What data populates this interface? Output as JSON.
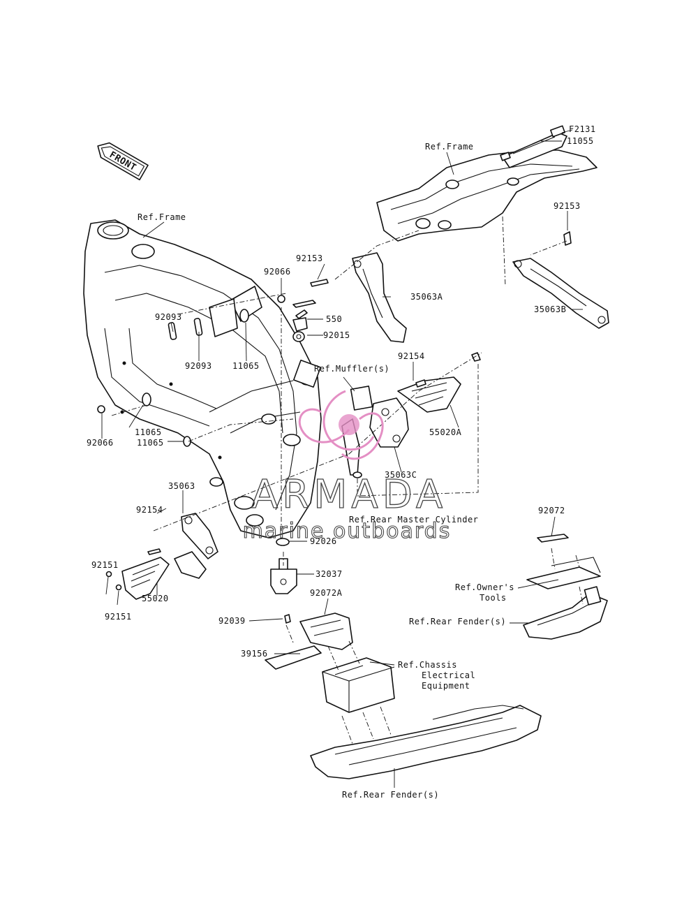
{
  "diagram": {
    "front_badge": "FRONT",
    "fig_number": "F2131",
    "labels": {
      "p11055": "11055",
      "ref_frame_top": "Ref.Frame",
      "p92153_r": "92153",
      "ref_frame_left": "Ref.Frame",
      "p92153_m": "92153",
      "p92066_top": "92066",
      "p35063A": "35063A",
      "p35063B": "35063B",
      "p550": "550",
      "p92015": "92015",
      "p92093_a": "92093",
      "p92093_b": "92093",
      "p11065_a": "11065",
      "p11065_b": "11065",
      "p11065_c": "11065",
      "p92066_left": "92066",
      "ref_muffler": "Ref.Muffler(s)",
      "p92154_r": "92154",
      "p55020A": "55020A",
      "p35063C": "35063C",
      "ref_rear_master": "Ref.Rear Master Cylinder",
      "p35063": "35063",
      "p92154_l": "92154",
      "p92151_a": "92151",
      "p92151_b": "92151",
      "p55020": "55020",
      "p92026": "92026",
      "p32037": "32037",
      "p92072": "92072",
      "ref_owners_1": "Ref.Owner's",
      "ref_owners_2": "Tools",
      "ref_rear_fender_r": "Ref.Rear Fender(s)",
      "p92072A": "92072A",
      "p92039": "92039",
      "p39156": "39156",
      "ref_chassis_1": "Ref.Chassis",
      "ref_chassis_2": "Electrical",
      "ref_chassis_3": "Equipment",
      "ref_rear_fender_b": "Ref.Rear Fender(s)"
    }
  },
  "watermark": {
    "brand": "ARMADA",
    "tagline": "marine outboards",
    "accent_color": "#e48fc4"
  }
}
